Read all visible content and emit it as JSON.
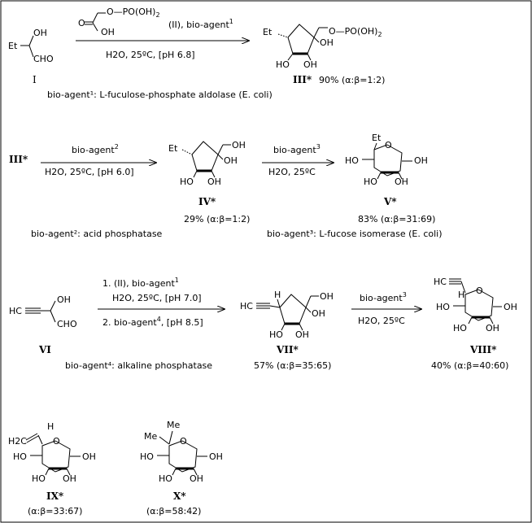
{
  "reaction1": {
    "sm_oh": "OH",
    "sm_et": "Et",
    "sm_cho": "CHO",
    "sm_label": "I",
    "dhap_o": "O",
    "dhap_opo": "O—PO(OH)",
    "dhap_opo_sub": "2",
    "dhap_oh": "OH",
    "reagent_top": "(II), bio-agent",
    "reagent_top_sup": "1",
    "conditions": "H2O, 25ºC, [pH 6.8]",
    "prod_et": "Et",
    "prod_opo": "O—PO(OH)",
    "prod_opo_sub": "2",
    "prod_oh1": "OH",
    "prod_ho": "HO",
    "prod_oh2": "OH",
    "prod_label": "III*",
    "prod_yield": "90% (α:β=1:2)",
    "note": "bio-agent¹: L-fuculose-phosphate aldolase (E. coli)"
  },
  "reaction2": {
    "sm_label": "III*",
    "reagent_top": "bio-agent",
    "reagent_top_sup": "2",
    "conditions": "H2O, 25ºC, [pH 6.0]",
    "prod_et": "Et",
    "prod_oh_ch2": "OH",
    "prod_oh1": "OH",
    "prod_ho": "HO",
    "prod_oh2": "OH",
    "prod_label": "IV*",
    "prod_yield": "29% (α:β=1:2)",
    "note": "bio-agent²: acid phosphatase"
  },
  "reaction3": {
    "reagent_top": "bio-agent",
    "reagent_top_sup": "3",
    "conditions": "H2O, 25ºC",
    "prod_et": "Et",
    "prod_o": "O",
    "prod_ho": "HO",
    "prod_oh_anomeric": "OH",
    "prod_ho2": "HO",
    "prod_oh2": "OH",
    "prod_label": "V*",
    "prod_yield": "83% (α:β=31:69)",
    "note": "bio-agent³: L-fucose isomerase (E. coli)"
  },
  "reaction4": {
    "sm_hc": "HC",
    "sm_oh": "OH",
    "sm_cho": "CHO",
    "sm_label": "VI",
    "step1": "1. (II), bio-agent",
    "step1_sup": "1",
    "step1_cond": "H2O, 25ºC, [pH 7.0]",
    "step2": "2. bio-agent",
    "step2_sup": "4",
    "step2_tail": ",  [pH 8.5]",
    "prod_hc": "HC",
    "prod_h": "H",
    "prod_oh_ch2": "OH",
    "prod_oh1": "OH",
    "prod_ho": "HO",
    "prod_oh2": "OH",
    "prod_label": "VII*",
    "prod_yield": "57% (α:β=35:65)",
    "note": "bio-agent⁴: alkaline phosphatase"
  },
  "reaction5": {
    "reagent_top": "bio-agent",
    "reagent_top_sup": "3",
    "conditions": "H2O, 25ºC",
    "prod_hc": "HC",
    "prod_h": "H",
    "prod_o": "O",
    "prod_ho": "HO",
    "prod_oh_anomeric": "OH",
    "prod_ho2": "HO",
    "prod_oh2": "OH",
    "prod_label": "VIII*",
    "prod_yield": "40% (α:β=40:60)"
  },
  "compound9": {
    "h2c": "H2C",
    "h": "H",
    "o": "O",
    "ho": "HO",
    "oh_anomeric": "OH",
    "ho2": "HO",
    "oh2": "OH",
    "label": "IX*",
    "ratio": "(α:β=33:67)"
  },
  "compound10": {
    "me1": "Me",
    "me2": "Me",
    "o": "O",
    "ho": "HO",
    "oh_anomeric": "OH",
    "ho2": "HO",
    "oh2": "OH",
    "label": "X*",
    "ratio": "(α:β=58:42)"
  }
}
